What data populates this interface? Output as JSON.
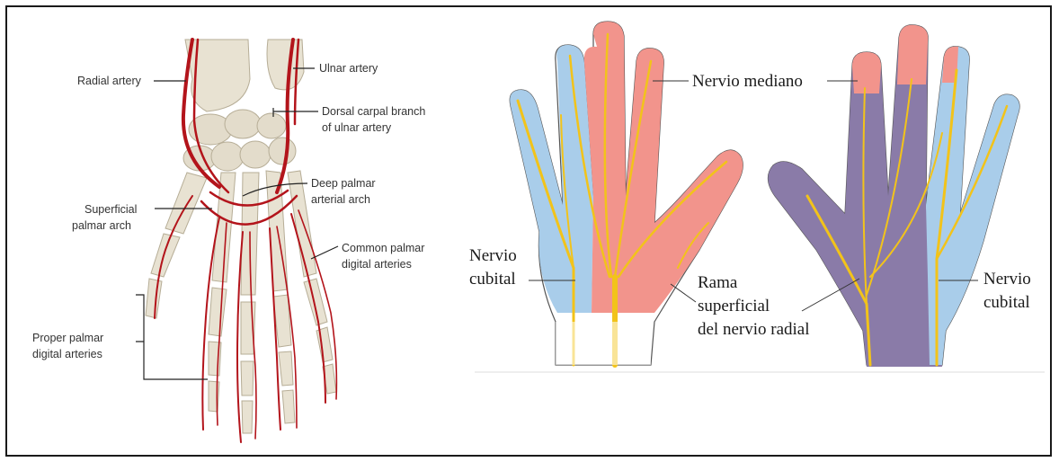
{
  "arteries_panel": {
    "labels": {
      "radial_artery": "Radial artery",
      "ulnar_artery": "Ulnar artery",
      "dorsal_carpal_1": "Dorsal carpal branch",
      "dorsal_carpal_2": "of ulnar artery",
      "deep_palmar_1": "Deep palmar",
      "deep_palmar_2": "arterial arch",
      "superficial_1": "Superficial",
      "superficial_2": "palmar arch",
      "common_palmar_1": "Common palmar",
      "common_palmar_2": "digital arteries",
      "proper_palmar_1": "Proper palmar",
      "proper_palmar_2": "digital arteries"
    }
  },
  "nerves_panel": {
    "labels": {
      "nervio_mediano": "Nervio mediano",
      "nervio_cubital_left_1": "Nervio",
      "nervio_cubital_left_2": "cubital",
      "rama_1": "Rama",
      "rama_2": "superficial",
      "rama_3": "del nervio radial",
      "nervio_cubital_right_1": "Nervio",
      "nervio_cubital_right_2": "cubital"
    }
  },
  "colors": {
    "bone": "#e8e2d2",
    "artery": "#b3141b",
    "median_zone": "#f2948c",
    "ulnar_zone": "#a9cdea",
    "radial_zone": "#8a7ba8",
    "nerve": "#f2c31a"
  }
}
